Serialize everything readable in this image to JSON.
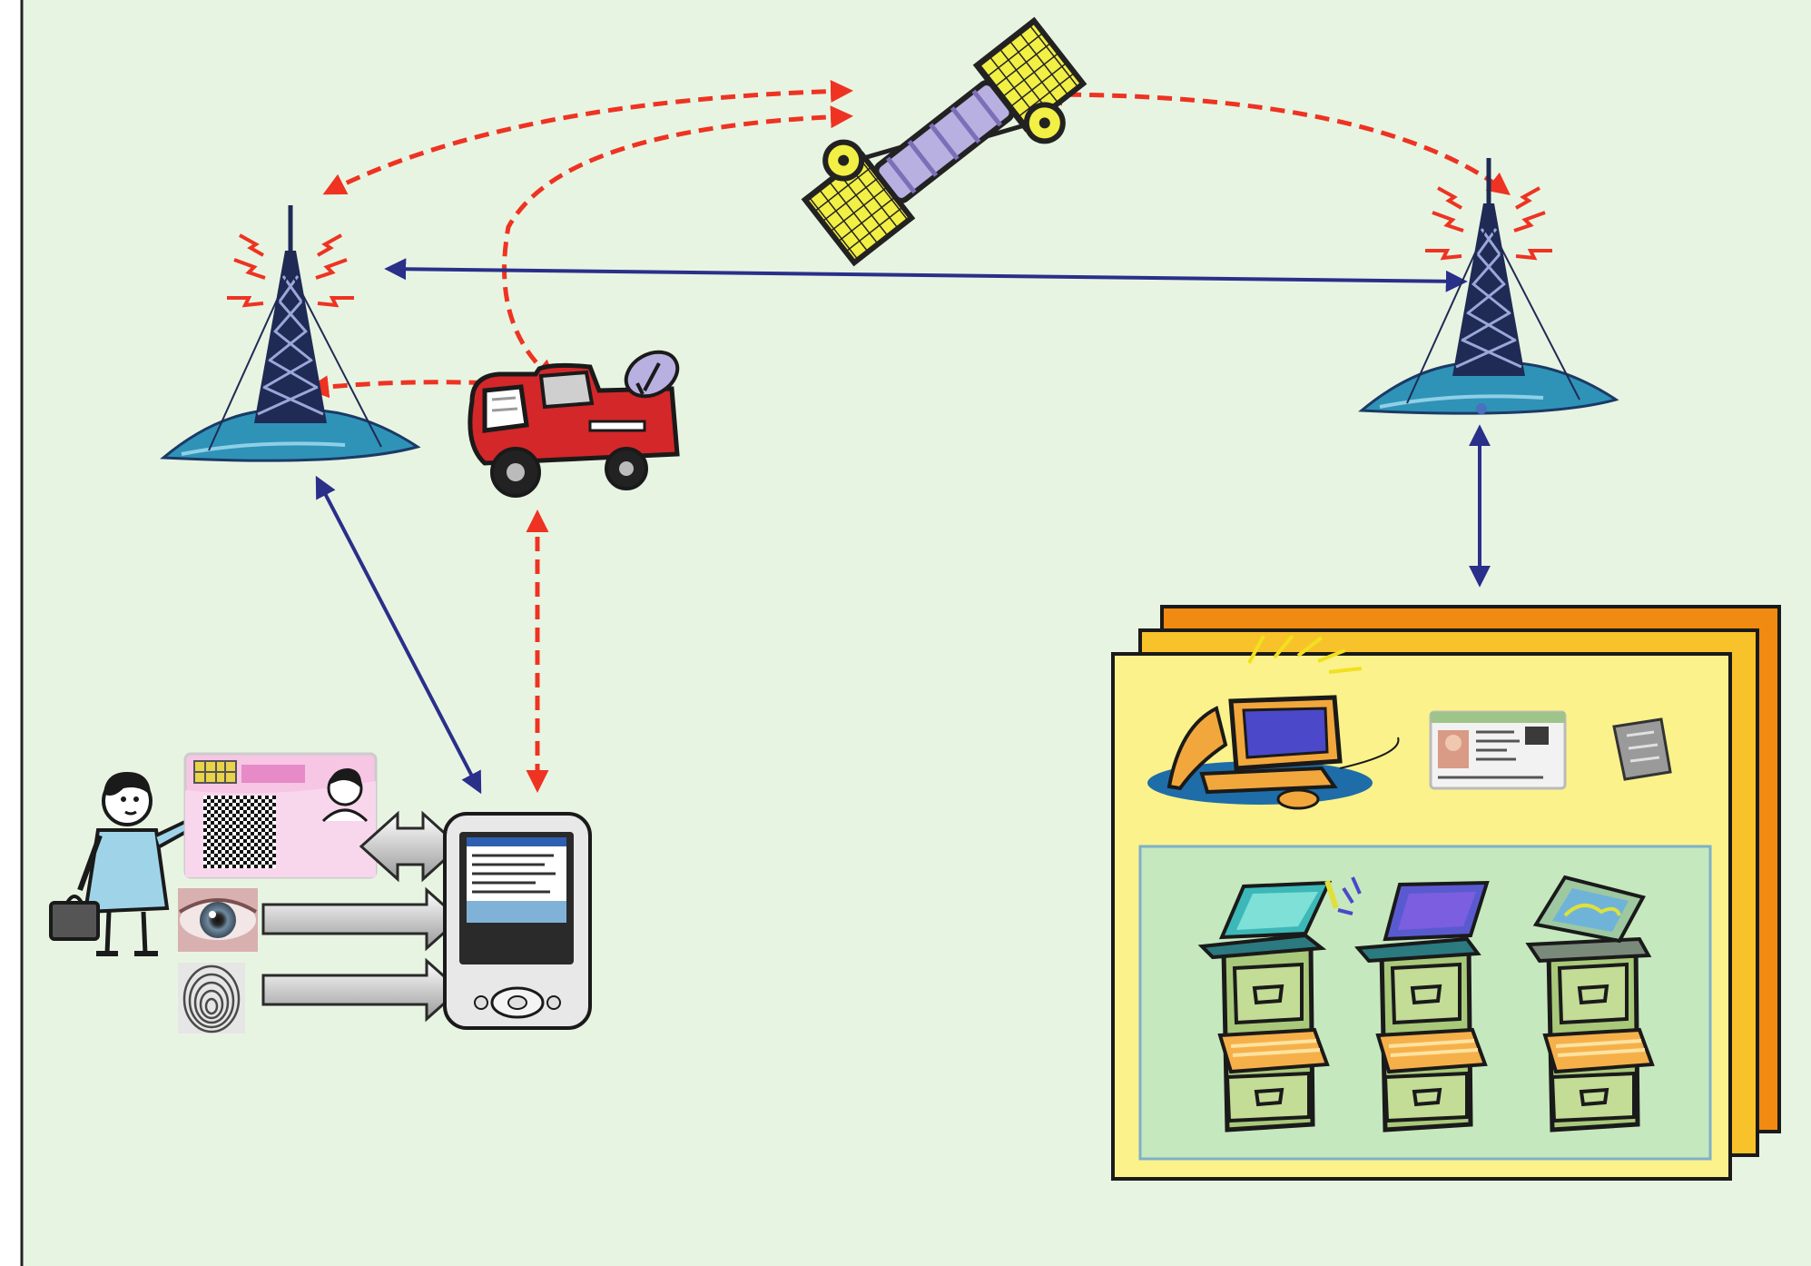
{
  "colors": {
    "background": "#e8f4e2",
    "frame": "#222222",
    "satellite_link": "#ee3322",
    "network_link": "#2a2f8a",
    "panel_back": "#f08a10",
    "panel_middle": "#f8c22a",
    "panel_front": "#fbf28c",
    "panel_inner": "#c6e8bf"
  },
  "nodes": [
    {
      "id": "satellite",
      "icon": "satellite-icon"
    },
    {
      "id": "tower_left",
      "icon": "radio-tower-icon"
    },
    {
      "id": "tower_right",
      "icon": "radio-tower-icon"
    },
    {
      "id": "truck",
      "icon": "satellite-truck-icon"
    },
    {
      "id": "officer",
      "icon": "person-with-briefcase-icon"
    },
    {
      "id": "id_card",
      "icon": "smart-id-card-icon"
    },
    {
      "id": "iris",
      "icon": "eye-iris-icon"
    },
    {
      "id": "fingerprint",
      "icon": "fingerprint-icon"
    },
    {
      "id": "pda",
      "icon": "handheld-pda-icon"
    },
    {
      "id": "database",
      "icon": "database-center-icon"
    },
    {
      "id": "workstation",
      "icon": "desktop-computer-icon"
    },
    {
      "id": "license_card",
      "icon": "license-card-icon"
    },
    {
      "id": "document",
      "icon": "document-icon"
    },
    {
      "id": "server_1",
      "icon": "laptop-on-file-cabinet-icon"
    },
    {
      "id": "server_2",
      "icon": "laptop-on-file-cabinet-icon"
    },
    {
      "id": "server_3",
      "icon": "laptop-on-file-cabinet-icon"
    }
  ],
  "links": [
    {
      "from": "satellite",
      "to": "tower_left",
      "kind": "satellite",
      "bidirectional": true
    },
    {
      "from": "satellite",
      "to": "truck",
      "kind": "satellite",
      "bidirectional": true
    },
    {
      "from": "satellite",
      "to": "tower_right",
      "kind": "satellite",
      "bidirectional": true
    },
    {
      "from": "tower_left",
      "to": "tower_right",
      "kind": "network",
      "bidirectional": true
    },
    {
      "from": "tower_left",
      "to": "truck",
      "kind": "satellite",
      "bidirectional": true
    },
    {
      "from": "tower_left",
      "to": "pda",
      "kind": "network",
      "bidirectional": true
    },
    {
      "from": "truck",
      "to": "pda",
      "kind": "satellite",
      "bidirectional": true
    },
    {
      "from": "tower_right",
      "to": "database",
      "kind": "network",
      "bidirectional": true
    },
    {
      "from": "id_card",
      "to": "pda",
      "kind": "transfer",
      "bidirectional": true
    },
    {
      "from": "iris",
      "to": "pda",
      "kind": "transfer",
      "bidirectional": false
    },
    {
      "from": "fingerprint",
      "to": "pda",
      "kind": "transfer",
      "bidirectional": false
    }
  ]
}
